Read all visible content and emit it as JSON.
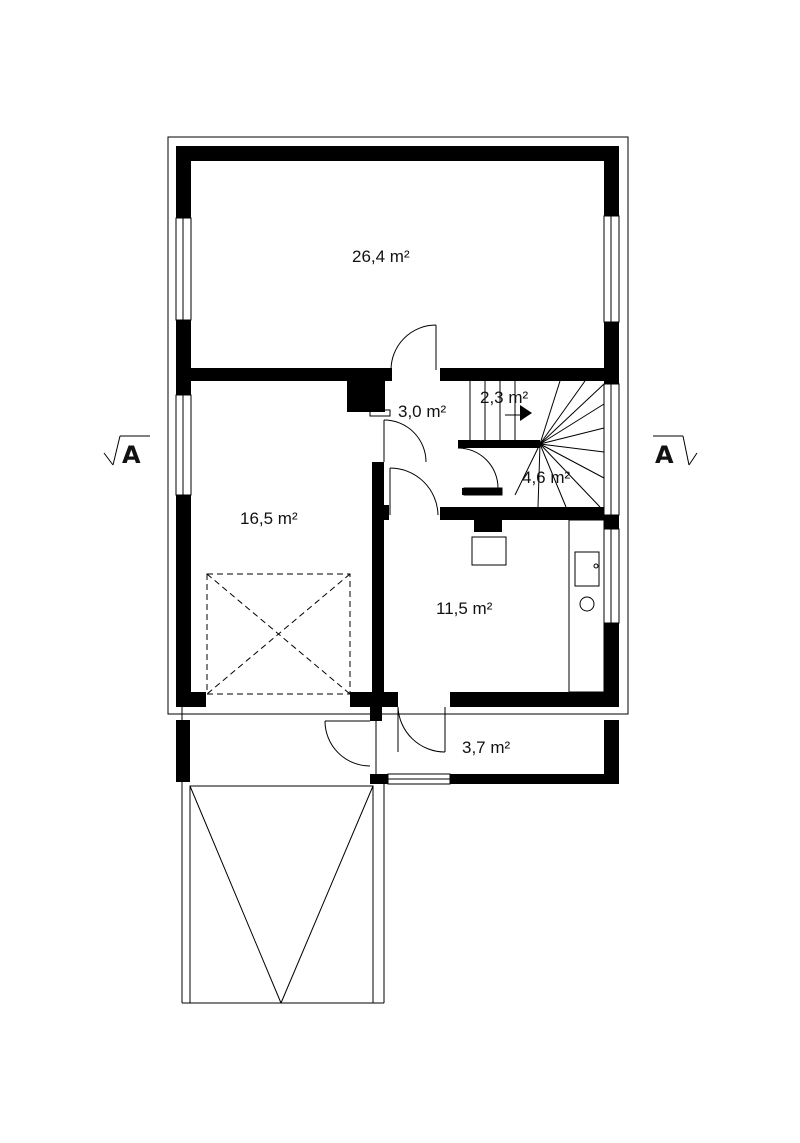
{
  "rooms": [
    {
      "id": "large-room",
      "area": "26,4 m²"
    },
    {
      "id": "hall",
      "area": "3,0 m²"
    },
    {
      "id": "stair-landing",
      "area": "2,3 m²"
    },
    {
      "id": "stairs",
      "area": "4,6 m²"
    },
    {
      "id": "living-room",
      "area": "16,5 m²"
    },
    {
      "id": "kitchen",
      "area": "11,5 m²"
    },
    {
      "id": "vestibule",
      "area": "3,7 m²"
    }
  ],
  "section_marks": {
    "left": "A",
    "right": "A"
  },
  "colors": {
    "wall": "#000000",
    "background": "#ffffff",
    "text": "#111111"
  }
}
